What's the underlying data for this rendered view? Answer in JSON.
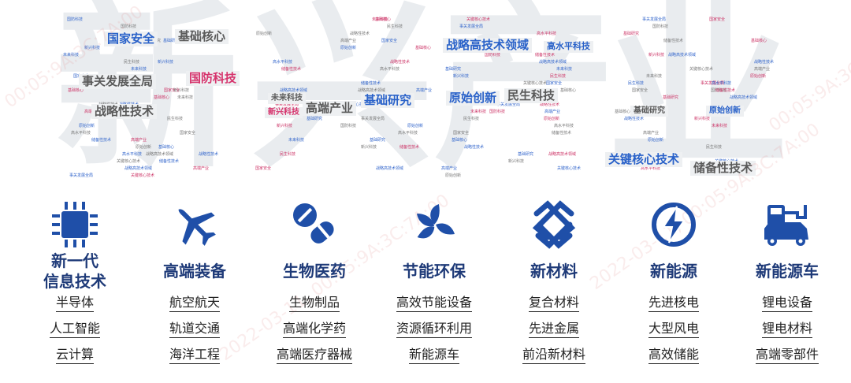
{
  "headline": {
    "chars": [
      "新",
      "兴",
      "产",
      "业"
    ]
  },
  "cloud_keywords": [
    "国家安全",
    "基础核心",
    "事关发展全局",
    "国防科技",
    "战略性技术",
    "未来科技",
    "高端产业",
    "基础研究",
    "新兴科技",
    "战略高技术领域",
    "高水平科技",
    "原始创新",
    "民生科技",
    "基础研究",
    "原始创新",
    "关键核心技术",
    "储备性技术"
  ],
  "cloud_small_words": [
    "国防科技",
    "基础研究",
    "新兴科技",
    "未来科技",
    "民生科技",
    "国家安全",
    "基础核心",
    "战略性技术",
    "高端产业",
    "原始创新",
    "高水平科技",
    "储备性技术",
    "战略高技术领域",
    "关键核心技术",
    "事关发展全局"
  ],
  "categories": [
    {
      "icon": "chip-icon",
      "title": "新一代\n信息技术",
      "items": [
        "半导体",
        "人工智能",
        "云计算"
      ]
    },
    {
      "icon": "airplane-icon",
      "title": "高端装备",
      "items": [
        "航空航天",
        "轨道交通",
        "海洋工程"
      ]
    },
    {
      "icon": "pill-icon",
      "title": "生物医药",
      "items": [
        "生物制品",
        "高端化学药",
        "高端医疗器械"
      ]
    },
    {
      "icon": "leaf-icon",
      "title": "节能环保",
      "items": [
        "高效节能设备",
        "资源循环利用",
        "新能源车"
      ]
    },
    {
      "icon": "material-icon",
      "title": "新材料",
      "items": [
        "复合材料",
        "先进金属",
        "前沿新材料"
      ]
    },
    {
      "icon": "lightning-icon",
      "title": "新能源",
      "items": [
        "先进核电",
        "大型风电",
        "高效储能"
      ]
    },
    {
      "icon": "ev-charger-icon",
      "title": "新能源车",
      "items": [
        "锂电设备",
        "锂电材料",
        "高端零部件"
      ]
    }
  ],
  "colors": {
    "icon_blue": "#1f4fa8",
    "title_navy": "#1e3a78",
    "kw_blue": "#2a62c9",
    "kw_pink": "#d6336c"
  },
  "watermarks": [
    "00:05:9A:3C:7A:00",
    "2022-03-11, 00:05:9A:3C:7A:00",
    "2022-03-11, 00:05:9A:3C:7A:00",
    "00:05:9A:3C:7A:00"
  ]
}
